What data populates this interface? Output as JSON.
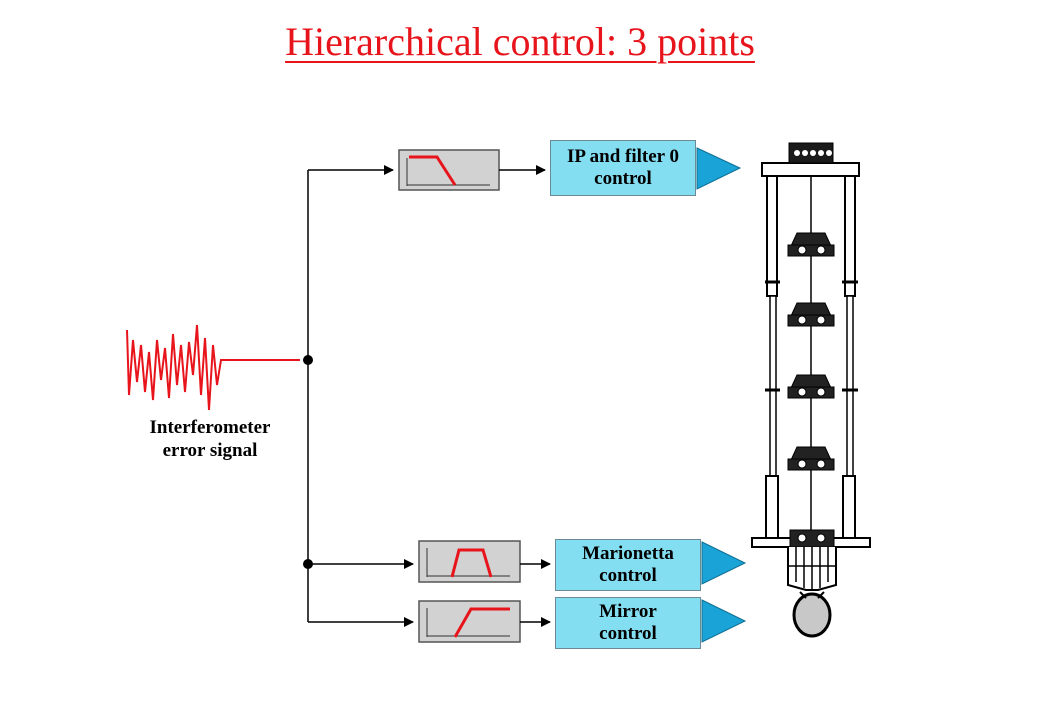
{
  "title": "Hierarchical control: 3 points",
  "input": {
    "label_line1": "Interferometer",
    "label_line2": "error signal"
  },
  "branches": [
    {
      "filter_type": "low-pass",
      "control_line1": "IP and filter 0",
      "control_line2": "control"
    },
    {
      "filter_type": "band-pass",
      "control_line1": "Marionetta",
      "control_line2": "control"
    },
    {
      "filter_type": "high-pass",
      "control_line1": "Mirror",
      "control_line2": "control"
    }
  ],
  "colors": {
    "title": "#e8141b",
    "signal": "#e8141b",
    "filter_curve": "#e8141b",
    "control_box": "#84def2",
    "actuator_arrow": "#1aa3d6",
    "filter_box": "#d2d2d2"
  }
}
